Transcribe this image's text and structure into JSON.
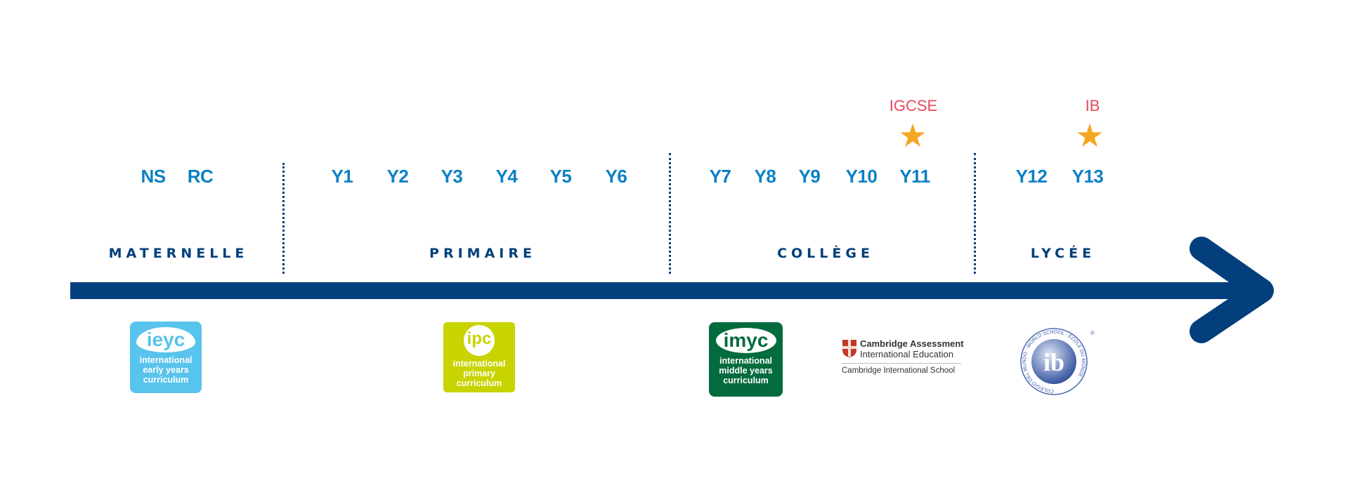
{
  "colors": {
    "year_text": "#0b80c5",
    "navy": "#023f7c",
    "exam_text": "#e8485a",
    "star": "#f6a623",
    "ieyc": "#58c3ec",
    "ipc": "#c8d400",
    "imyc": "#036b3e"
  },
  "years": [
    "NS",
    "RC",
    "Y1",
    "Y2",
    "Y3",
    "Y4",
    "Y5",
    "Y6",
    "Y7",
    "Y8",
    "Y9",
    "Y10",
    "Y11",
    "Y12",
    "Y13"
  ],
  "stages": [
    "MATERNELLE",
    "PRIMAIRE",
    "COLLÈGE",
    "LYCÉE"
  ],
  "exams": [
    {
      "label": "IGCSE",
      "icon": "star-icon"
    },
    {
      "label": "IB",
      "icon": "star-icon"
    }
  ],
  "logos": {
    "ieyc": {
      "mark": "ieyc",
      "lines": [
        "international",
        "early years",
        "curriculum"
      ]
    },
    "ipc": {
      "mark": "ipc",
      "lines": [
        "international",
        "primary",
        "curriculum"
      ]
    },
    "imyc": {
      "mark": "imyc",
      "lines": [
        "international",
        "middle years",
        "curriculum"
      ]
    },
    "cambridge": {
      "line1": "Cambridge Assessment",
      "line2": "International Education",
      "line3": "Cambridge International School"
    },
    "ib": {
      "mark": "ib",
      "ring": "COLEGIO DEL MUNDO · WORLD SCHOOL · ÉCOLE DU MONDE ·"
    }
  }
}
